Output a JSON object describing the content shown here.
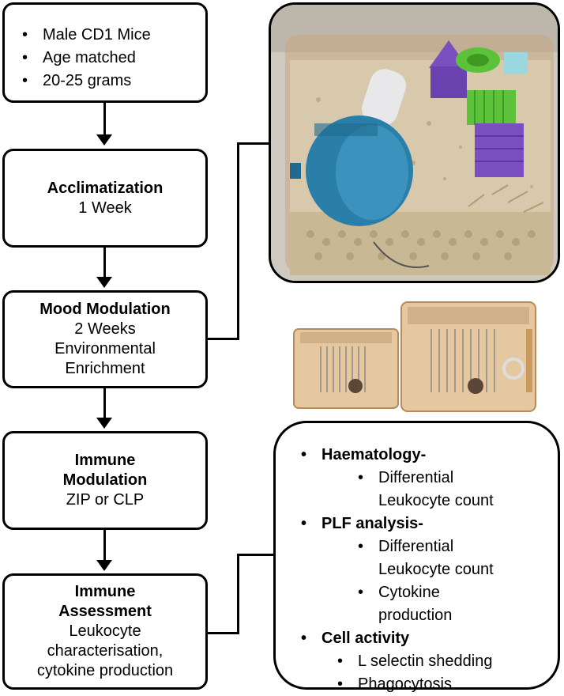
{
  "boxes": {
    "criteria": {
      "items": [
        "Male CD1 Mice",
        "Age matched",
        "20-25 grams"
      ]
    },
    "acclimatization": {
      "title": "Acclimatization",
      "lines": [
        "1 Week"
      ]
    },
    "mood": {
      "title": "Mood Modulation",
      "lines": [
        "2 Weeks",
        "Environmental",
        "Enrichment"
      ]
    },
    "immune_mod": {
      "title_lines": [
        "Immune",
        "Modulation"
      ],
      "lines": [
        "ZIP or CLP"
      ]
    },
    "immune_assess": {
      "title_lines": [
        "Immune",
        "Assessment"
      ],
      "lines": [
        "Leukocyte",
        "characterisation,",
        "cytokine production"
      ]
    }
  },
  "assessment_details": {
    "sections": [
      {
        "heading": "Haematology-",
        "items": [
          "Differential Leukocyte count"
        ]
      },
      {
        "heading": "PLF analysis-",
        "items": [
          "Differential Leukocyte count",
          "Cytokine production"
        ]
      },
      {
        "heading": "Cell activity",
        "items": [
          "L selectin shedding",
          "Phagocytosis"
        ]
      }
    ]
  },
  "colors": {
    "stroke": "#000000",
    "cage_tint": "#c9a77f",
    "wheel": "#2a7fa8",
    "purple": "#7b4fc0",
    "green": "#5cc23a"
  }
}
